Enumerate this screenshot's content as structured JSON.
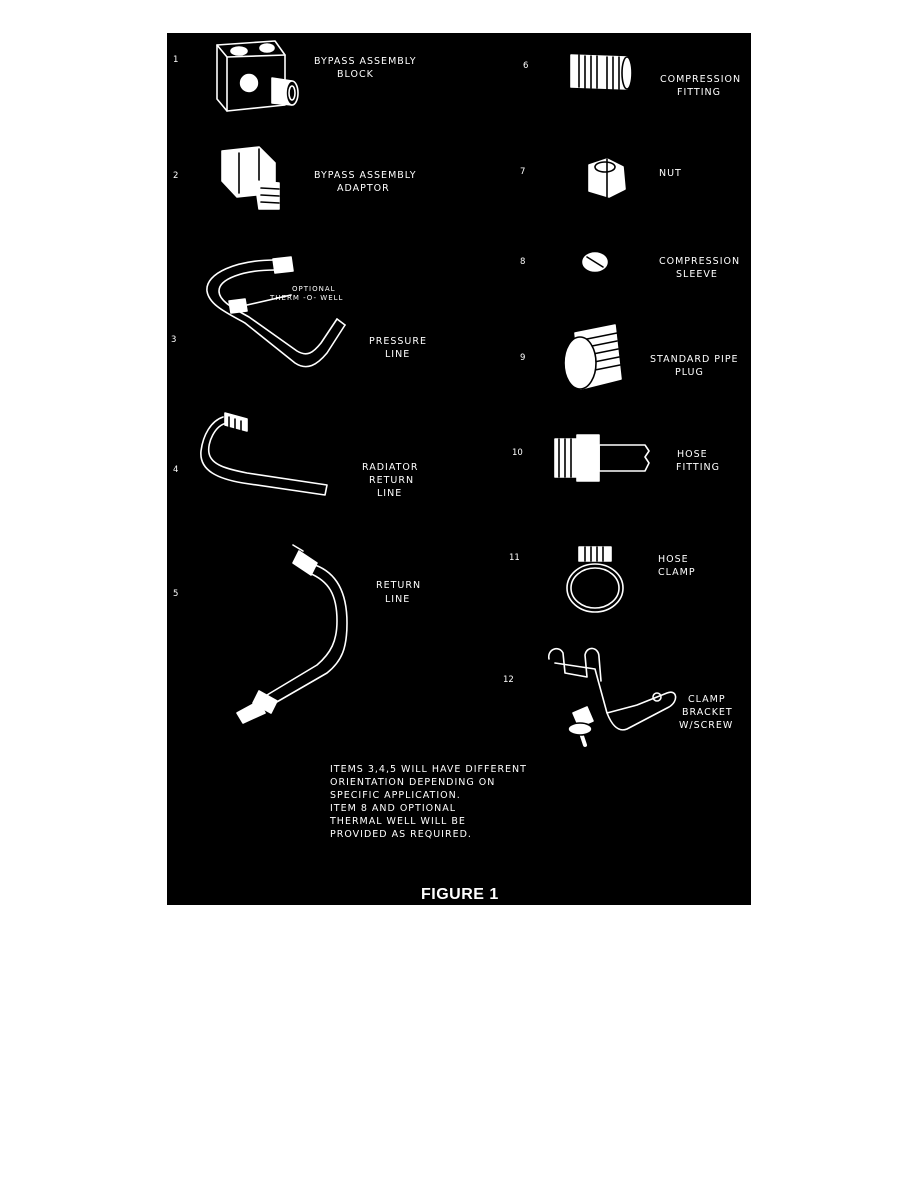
{
  "items": [
    {
      "num": "1",
      "label": "BYPASS ASSEMBLY",
      "label2": "BLOCK",
      "icon": "bypass-block-icon"
    },
    {
      "num": "2",
      "label": "BYPASS ASSEMBLY",
      "label2": "ADAPTOR",
      "icon": "bypass-adaptor-icon"
    },
    {
      "num": "3",
      "label": "PRESSURE",
      "label2": "LINE",
      "icon": "pressure-line-icon"
    },
    {
      "num": "4",
      "label": "RADIATOR",
      "label2": "RETURN",
      "label3": "LINE",
      "icon": "radiator-return-line-icon"
    },
    {
      "num": "5",
      "label": "RETURN",
      "label2": "LINE",
      "icon": "return-line-icon"
    },
    {
      "num": "6",
      "label": "COMPRESSION",
      "label2": "FITTING",
      "icon": "compression-fitting-icon"
    },
    {
      "num": "7",
      "label": "NUT",
      "icon": "nut-icon"
    },
    {
      "num": "8",
      "label": "COMPRESSION",
      "label2": "SLEEVE",
      "icon": "compression-sleeve-icon"
    },
    {
      "num": "9",
      "label": "STANDARD PIPE",
      "label2": "PLUG",
      "icon": "pipe-plug-icon"
    },
    {
      "num": "10",
      "label": "HOSE",
      "label2": "FITTING",
      "icon": "hose-fitting-icon"
    },
    {
      "num": "11",
      "label": "HOSE",
      "label2": "CLAMP",
      "icon": "hose-clamp-icon"
    },
    {
      "num": "12",
      "label": "CLAMP",
      "label2": "BRACKET",
      "label3": "W/SCREW",
      "icon": "clamp-bracket-icon"
    }
  ],
  "callout": {
    "line1": "OPTIONAL",
    "line2": "THERM -O- WELL"
  },
  "note": {
    "line1": "ITEMS 3,4,5 WILL HAVE DIFFERENT",
    "line2": "ORIENTATION DEPENDING ON",
    "line3": "SPECIFIC APPLICATION.",
    "line4": "ITEM 8 AND OPTIONAL",
    "line5": "THERMAL WELL WILL BE",
    "line6": "PROVIDED AS REQUIRED."
  },
  "caption": "FIGURE 1",
  "colors": {
    "panel": "#000000",
    "ink": "#ffffff"
  }
}
